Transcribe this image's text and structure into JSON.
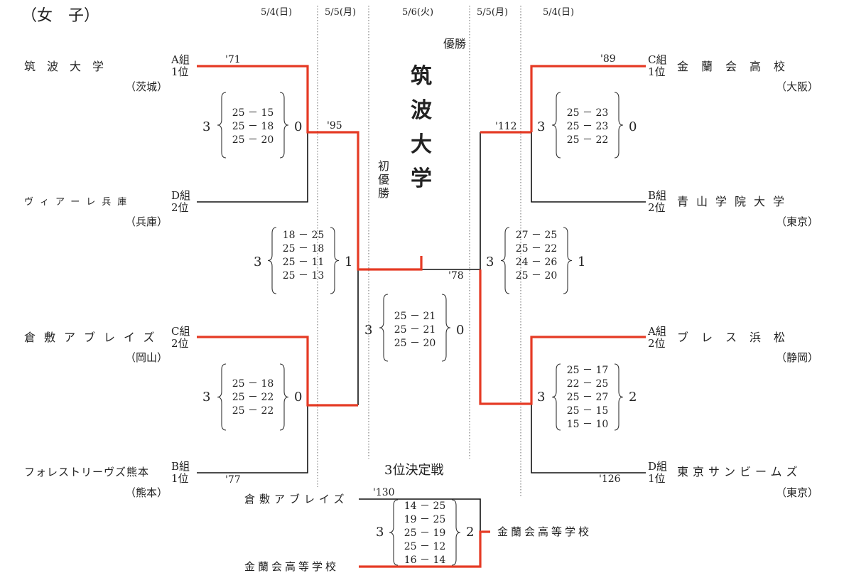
{
  "title": "（女　子）",
  "dates": [
    "5/4(日)",
    "5/5(月)",
    "5/6(火)",
    "5/5(月)",
    "5/4(日)"
  ],
  "champion": {
    "label": "優勝",
    "name": "筑波大学",
    "note": "初優勝"
  },
  "left_teams": [
    {
      "name": "筑波大学",
      "pref": "（茨城）",
      "group": "A組",
      "rank": "1位"
    },
    {
      "name": "ヴィアーレ兵庫",
      "pref": "（兵庫）",
      "group": "D組",
      "rank": "2位"
    },
    {
      "name": "倉敷アブレイズ",
      "pref": "（岡山）",
      "group": "C組",
      "rank": "2位"
    },
    {
      "name": "フォレストリーヴズ熊本",
      "pref": "（熊本）",
      "group": "B組",
      "rank": "1位"
    }
  ],
  "right_teams": [
    {
      "name": "金蘭会高校",
      "pref": "（大阪）",
      "group": "C組",
      "rank": "1位"
    },
    {
      "name": "青山学院大学",
      "pref": "（東京）",
      "group": "B組",
      "rank": "2位"
    },
    {
      "name": "ブレス浜松",
      "pref": "（静岡）",
      "group": "A組",
      "rank": "2位"
    },
    {
      "name": "東京サンビームズ",
      "pref": "（東京）",
      "group": "D組",
      "rank": "1位"
    }
  ],
  "match_codes": {
    "l1": "'71",
    "l2": "'95",
    "l4": "'77",
    "r1": "'89",
    "r2": "'112",
    "r4": "'126",
    "final": "'78",
    "third": "'130"
  },
  "matches": {
    "l_top": {
      "left": "3",
      "sets": [
        "25 － 15",
        "25 － 18",
        "25 － 20"
      ],
      "right": "0"
    },
    "l_bot": {
      "left": "3",
      "sets": [
        "25 － 18",
        "25 － 22",
        "25 － 22"
      ],
      "right": "0"
    },
    "l_semi": {
      "left": "3",
      "sets": [
        "18 － 25",
        "25 － 18",
        "25 － 11",
        "25 － 13"
      ],
      "right": "1"
    },
    "final": {
      "left": "3",
      "sets": [
        "25 － 21",
        "25 － 21",
        "25 － 20"
      ],
      "right": "0"
    },
    "r_top": {
      "left": "3",
      "sets": [
        "25 － 23",
        "25 － 23",
        "25 － 22"
      ],
      "right": "0"
    },
    "r_semi": {
      "left": "3",
      "sets": [
        "27 － 25",
        "25 － 22",
        "24 － 26",
        "25 － 20"
      ],
      "right": "1"
    },
    "r_bot": {
      "left": "3",
      "sets": [
        "25 － 17",
        "22 － 25",
        "25 － 27",
        "25 － 15",
        "15 － 10"
      ],
      "right": "2"
    },
    "third": {
      "left": "3",
      "sets": [
        "14 － 25",
        "19 － 25",
        "25 － 19",
        "25 － 12",
        "16 － 14"
      ],
      "right": "2"
    }
  },
  "third_place": {
    "title": "3位決定戦",
    "team_top": "倉敷アブレイズ",
    "team_bottom": "金蘭会高等学校",
    "winner": "金蘭会高等学校"
  },
  "colors": {
    "win_line": "#e53a24",
    "line": "#111111",
    "divider": "#555555"
  }
}
